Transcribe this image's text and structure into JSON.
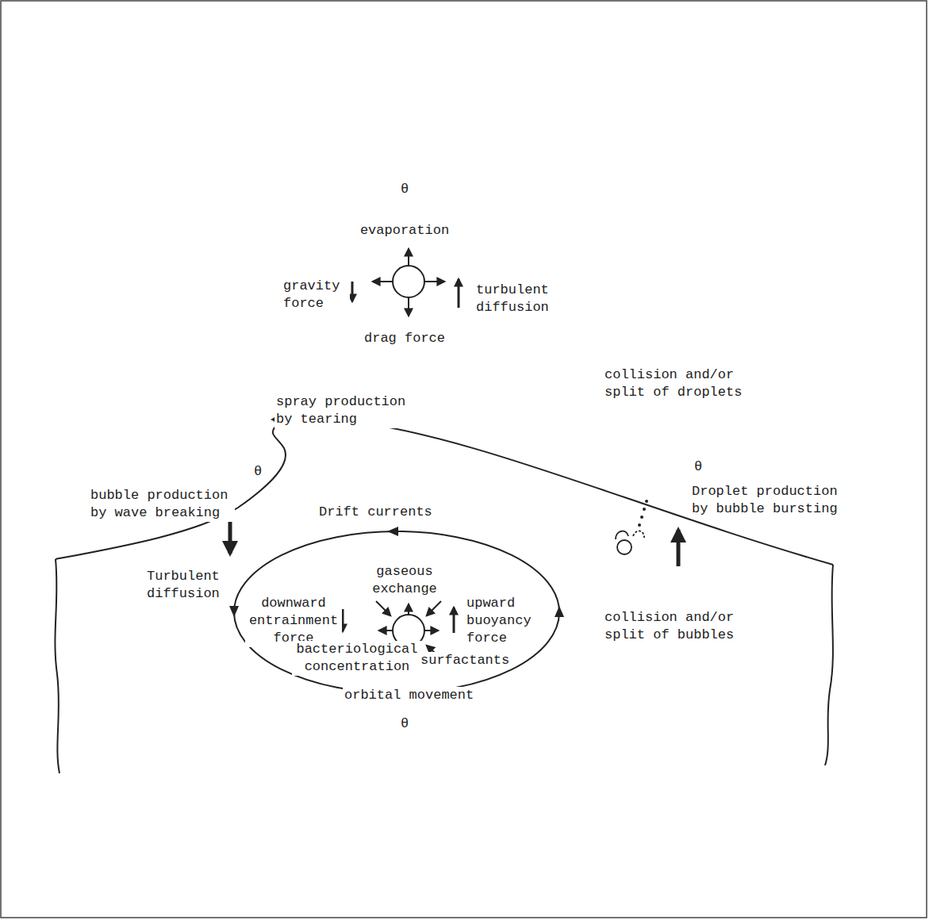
{
  "diagram": {
    "labels": [
      "θ",
      "evaporation",
      "gravity force",
      "turbulent diffusion",
      "drag force",
      "collision and/or split of droplets",
      "spray production by tearing",
      "θ",
      "bubble production by wave breaking",
      "Drift currents",
      "θ",
      "Droplet production by bubble bursting",
      "Turbulent diffusion",
      "gaseous exchange",
      "downward entrainment force",
      "upward buoyancy force",
      "bacteriological concentration",
      "surfactants",
      "collision and/or split of bubbles",
      "orbital movement",
      "θ"
    ]
  }
}
